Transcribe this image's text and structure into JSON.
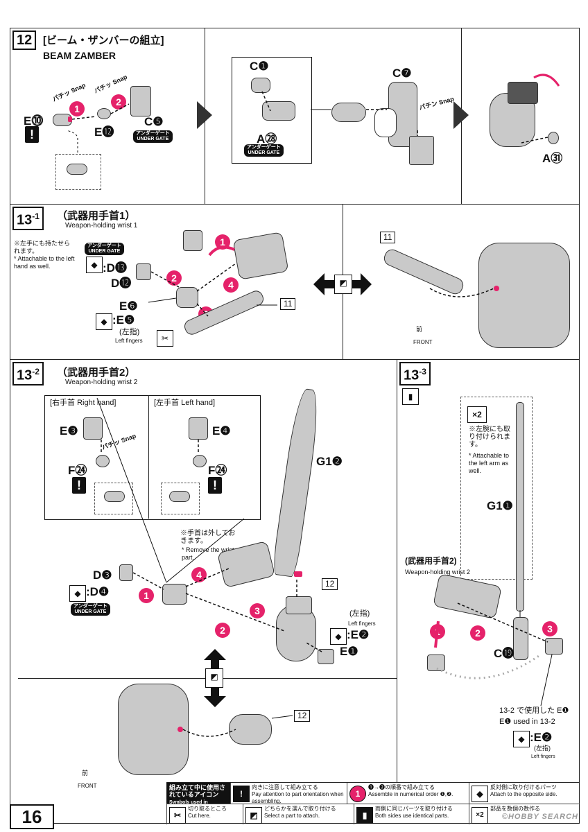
{
  "page_number": "16",
  "step12": {
    "number": "12",
    "title_jp": "[ビーム・ザンバーの組立]",
    "title_en": "BEAM ZAMBER",
    "labels": {
      "e10": "E⓾",
      "e12": "E⓬",
      "c5": "C❺",
      "c1": "C❶",
      "a28": "A㉘",
      "c7": "C❼",
      "a31": "A㉛"
    },
    "snap1": "パチッ Snap",
    "snap2": "パチッ Snap",
    "snap3": "パチン Snap",
    "under_gate_jp": "アンダーゲート",
    "under_gate_en": "UNDER GATE"
  },
  "step13_1": {
    "number": "13",
    "sub": "-1",
    "title_jp": "（武器用手首1）",
    "title_en": "Weapon-holding wrist 1",
    "note_jp": "※左手にも持たせられます。",
    "note_en": "* Attachable to the left hand as well.",
    "labels": {
      "d13": ":D⓭",
      "d12": "D⓬",
      "e6": "E❻",
      "e5": ":E❺",
      "left_fingers_jp": "(左指)",
      "left_fingers_en": "Left fingers"
    },
    "part_ref": "11",
    "part_ref2": "11",
    "front_jp": "前",
    "front_en": "FRONT",
    "under_gate_jp": "アンダーゲート",
    "under_gate_en": "UNDER GATE"
  },
  "step13_2": {
    "number": "13",
    "sub": "-2",
    "title_jp": "（武器用手首2）",
    "title_en": "Weapon-holding wrist 2",
    "right_hand": "[右手首 Right hand]",
    "left_hand": "[左手首 Left hand]",
    "labels": {
      "e3": "E❸",
      "e4": "E❹",
      "f24a": "F㉔",
      "f24b": "F㉔",
      "g12": "G1❷",
      "d3": "D❸",
      "d4": ":D❹",
      "e2": ":E❷",
      "e1": "E❶",
      "left_fingers_jp": "(左指)",
      "left_fingers_en": "Left fingers"
    },
    "note_jp": "※手首は外しておきます。",
    "note_en": "* Remove the wrist part.",
    "part_ref": "12",
    "part_ref2": "12",
    "snap": "パチッ Snap",
    "front_jp": "前",
    "front_en": "FRONT",
    "under_gate_jp": "アンダーゲート",
    "under_gate_en": "UNDER GATE"
  },
  "step13_3": {
    "number": "13",
    "sub": "-3",
    "x2": "×2",
    "note_jp": "※左腕にも取り付けられます。",
    "note_en": "* Attachable to the left arm as well.",
    "labels": {
      "g11": "G1❶",
      "c19": "C⓳",
      "wrist_jp": "(武器用手首2)",
      "wrist_en": "Weapon-holding wrist 2"
    },
    "used_jp": "13-2 で使用した E❶",
    "used_en": "E❶ used in 13-2",
    "e2": ":E❷",
    "left_fingers_jp": "(左指)",
    "left_fingers_en": "Left fingers"
  },
  "legend": {
    "title_jp": "組み立て中に使用されているアイコン",
    "title_en": "Symbols used in instructions",
    "items": [
      {
        "icon": "!",
        "jp": "向きに注意して組み立てる",
        "en": "Pay attention to part orientation when assembling."
      },
      {
        "icon": "1",
        "jp": "❶→❷の順番で組み立てる",
        "en": "Assemble in numerical order ❶,❷."
      },
      {
        "icon": "◆",
        "jp": "反対側に取り付けるパーツ",
        "en": "Attach to the opposite side."
      },
      {
        "icon": "✂",
        "jp": "切り取るところ",
        "en": "Cut here."
      },
      {
        "icon": "◩",
        "jp": "どちらかを選んで取り付ける",
        "en": "Select a part to attach."
      },
      {
        "icon": "▮",
        "jp": "両側に同じパーツを取り付ける",
        "en": "Both sides use identical parts."
      },
      {
        "icon": "×2",
        "jp": "部品を数個の数作る",
        "en": ""
      }
    ]
  },
  "watermark": "©HOBBY SEARCH",
  "colors": {
    "accent": "#e5226a",
    "part": "#c9c9c9",
    "line": "#222222"
  }
}
